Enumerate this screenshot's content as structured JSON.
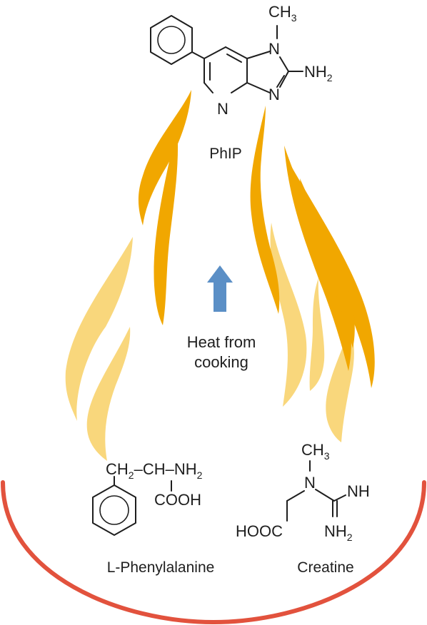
{
  "colors": {
    "flame_dark": "#f1a700",
    "flame_light": "#f9d77c",
    "pan": "#e2523d",
    "arrow": "#5b8fc6",
    "ink": "#1e1e1e"
  },
  "phip": {
    "name": "PhIP",
    "methyl": "CH",
    "methyl_sub": "3",
    "n1": "N",
    "n3": "N",
    "n_pyr": "N",
    "amino": "NH",
    "amino_sub": "2"
  },
  "heat": {
    "line1": "Heat from",
    "line2": "cooking",
    "arrow_icon": "up-arrow-icon"
  },
  "phenylalanine": {
    "name": "L-Phenylalanine",
    "ch2": "CH",
    "ch2_sub": "2",
    "dash1": "–",
    "ch": "CH–NH",
    "nh2_sub": "2",
    "cooh": "COOH"
  },
  "creatine": {
    "name": "Creatine",
    "methyl": "CH",
    "methyl_sub": "3",
    "n": "N",
    "nh": "NH",
    "nh2": "NH",
    "nh2_sub": "2",
    "hooc": "HOOC"
  }
}
